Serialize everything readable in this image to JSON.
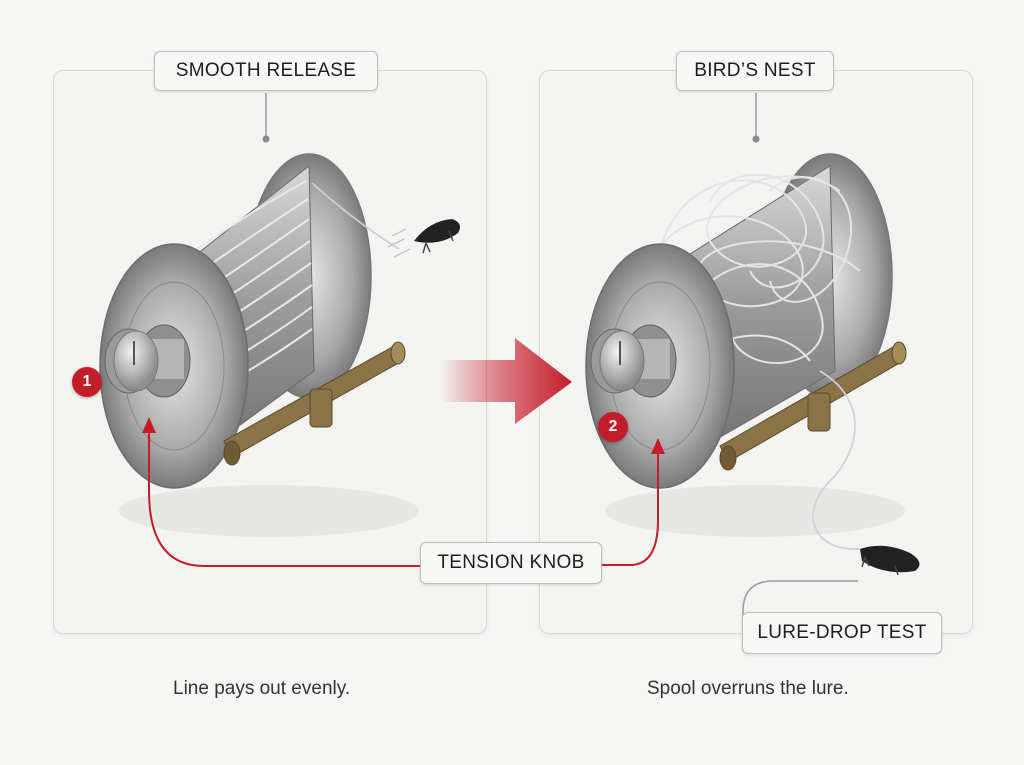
{
  "panels": {
    "left": {
      "label": "SMOOTH RELEASE",
      "step": "1",
      "caption": "Line pays out evenly."
    },
    "right": {
      "label": "BIRD’S NEST",
      "step": "2",
      "caption": "Spool overruns the lure."
    }
  },
  "callouts": {
    "knob": "TENSION KNOB",
    "lure": "LURE-DROP TEST"
  },
  "colors": {
    "accent": "#c41d2a",
    "spool": "#9a9a9a",
    "brass": "#8a7447"
  },
  "icons": {
    "transition": "arrow-right-icon",
    "lure": "fishing-lure-icon",
    "reel": "spool-icon"
  }
}
